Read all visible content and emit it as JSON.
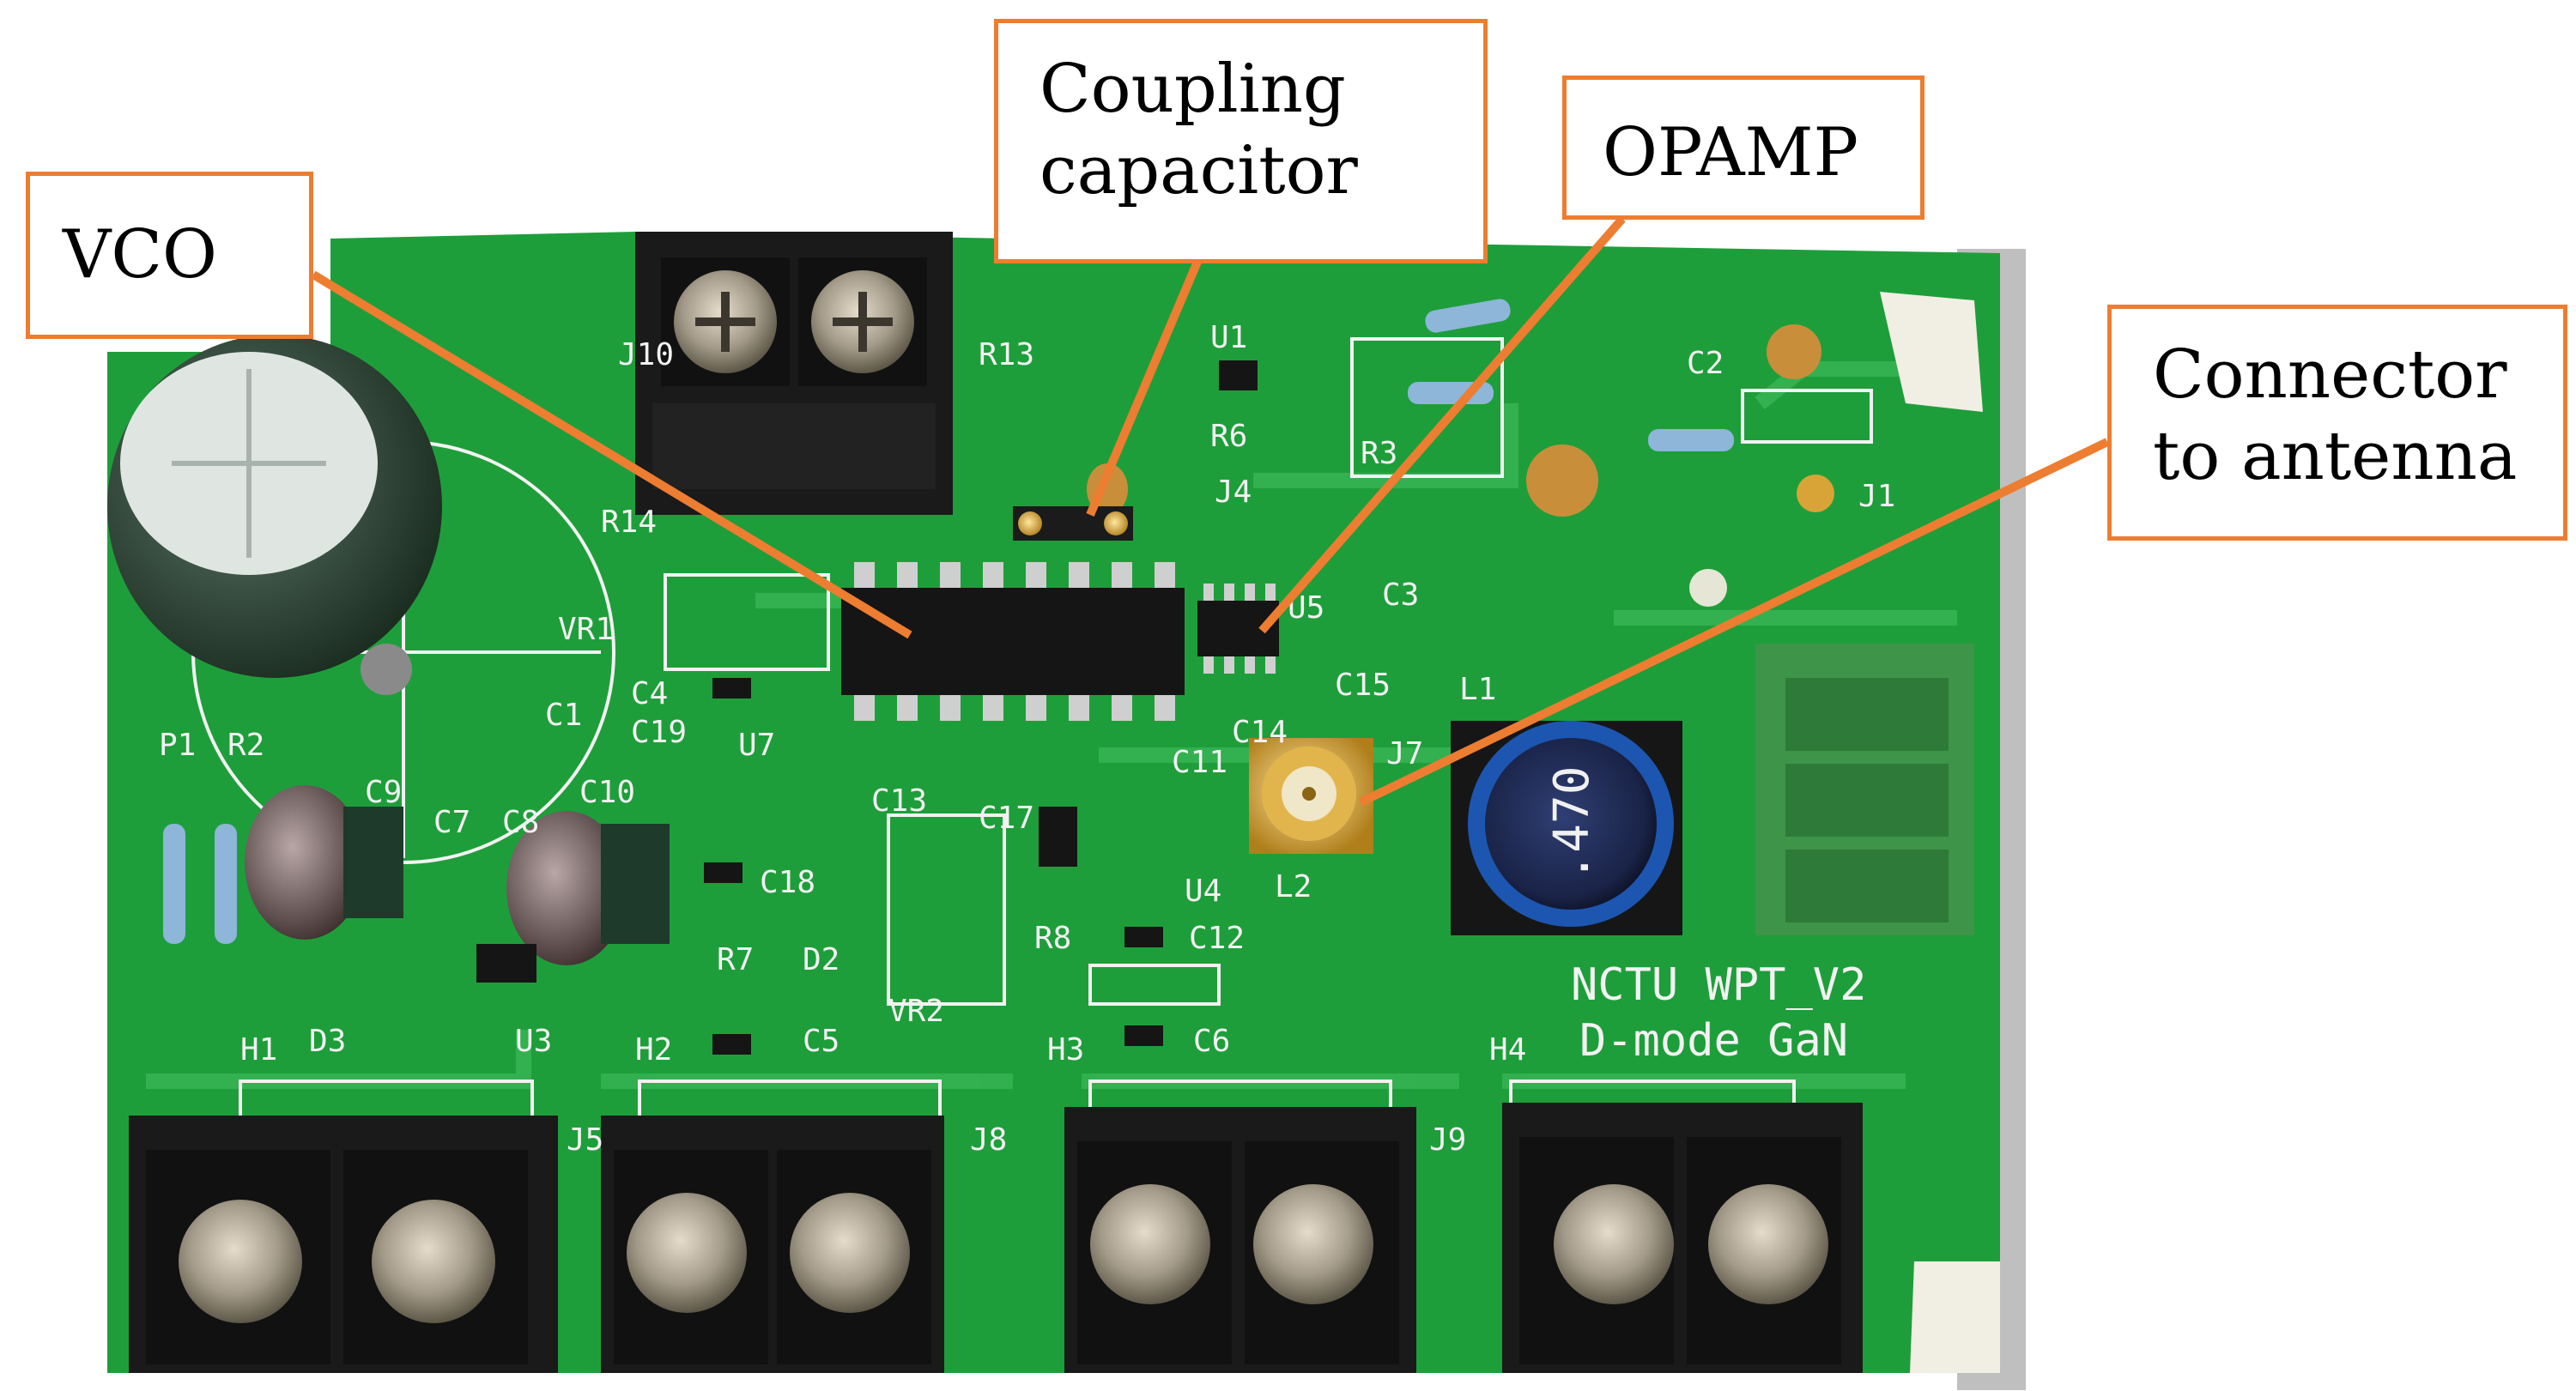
{
  "callouts": {
    "vco": {
      "lines": [
        "VCO"
      ]
    },
    "coupling": {
      "lines": [
        "Coupling",
        "capacitor"
      ]
    },
    "opamp": {
      "lines": [
        "OPAMP"
      ]
    },
    "connector": {
      "lines": [
        "Connector",
        "to antenna"
      ]
    }
  },
  "board_text": {
    "silkscreen_1": "NCTU WPT_V2",
    "silkscreen_2": "D-mode GaN",
    "inductor_marking": ".470",
    "designators": [
      "J10",
      "R13",
      "U1",
      "R6",
      "J4",
      "R3",
      "C2",
      "J1",
      "C3",
      "R14",
      "VR1",
      "C4",
      "C19",
      "U7",
      "C1",
      "U5",
      "C15",
      "C14",
      "L1",
      "J7",
      "C11",
      "P1",
      "R2",
      "C9",
      "C7",
      "C8",
      "C10",
      "C13",
      "C17",
      "C18",
      "U4",
      "L2",
      "R7",
      "D2",
      "R8",
      "C12",
      "VR2",
      "D3",
      "U3",
      "C5",
      "C6",
      "H1",
      "H2",
      "H3",
      "H4",
      "J5",
      "J8",
      "J9"
    ]
  },
  "colors": {
    "callout_border": "#ED7D31",
    "pcb_green": "#1E9E3A",
    "pcb_trace": "#38B455",
    "silkscreen": "#F2F2F2",
    "terminal_black": "#1A1A1A",
    "screw_metal": "#B8AE9C",
    "terminal_green": "#3E9448",
    "gold": "#D9A437",
    "ic_black": "#151515"
  }
}
